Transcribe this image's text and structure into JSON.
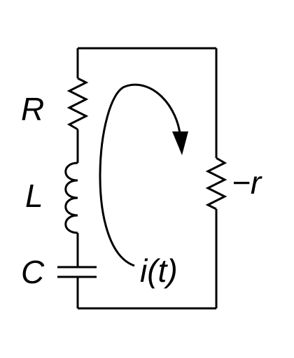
{
  "labels": {
    "resistor": "R",
    "inductor": "L",
    "capacitor": "C",
    "negative_resistor": "−r",
    "current": "i(t)"
  },
  "colors": {
    "line": "#000000",
    "background": "#ffffff"
  }
}
